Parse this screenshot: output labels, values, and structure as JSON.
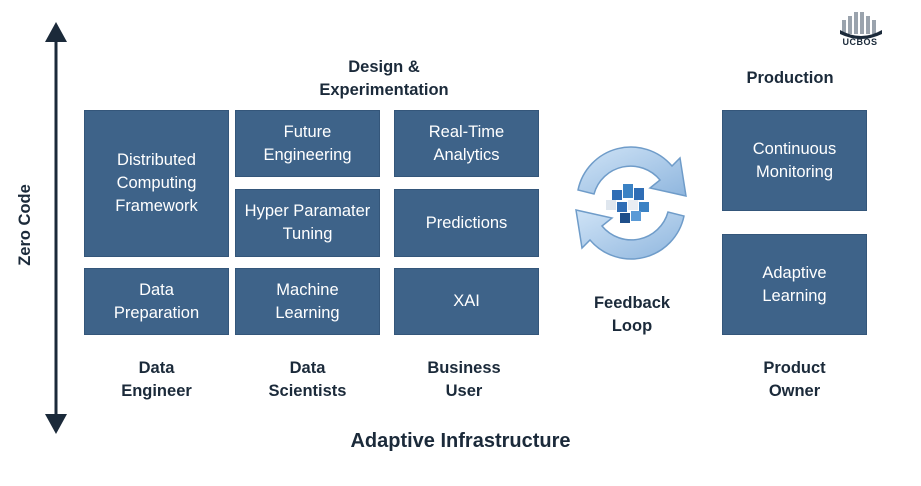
{
  "logo": {
    "text": "UCBOS",
    "icon": "ucbos-logo"
  },
  "axis": {
    "label": "Zero Code"
  },
  "headers": {
    "design": "Design &\nExperimentation",
    "production": "Production"
  },
  "boxes": {
    "distributed": "Distributed\nComputing\nFramework",
    "data_prep": "Data\nPreparation",
    "future_eng": "Future\nEngineering",
    "hyper_param": "Hyper Paramater\nTuning",
    "machine_learning": "Machine\nLearning",
    "real_time": "Real-Time\nAnalytics",
    "predictions": "Predictions",
    "xai": "XAI",
    "continuous": "Continuous\nMonitoring",
    "adaptive_learning": "Adaptive\nLearning"
  },
  "feedback": {
    "label": "Feedback\nLoop",
    "icon": "circular-arrows-icon"
  },
  "roles": {
    "data_engineer": "Data\nEngineer",
    "data_scientists": "Data\nScientists",
    "business_user": "Business\nUser",
    "product_owner": "Product\nOwner"
  },
  "footer": "Adaptive Infrastructure",
  "colors": {
    "box": "#3e6389",
    "arrow": "#1b2a3a",
    "cycle": "#a9c9ea"
  }
}
